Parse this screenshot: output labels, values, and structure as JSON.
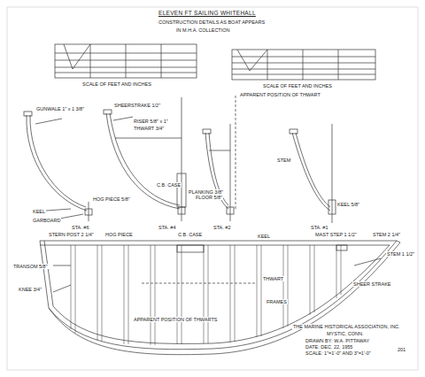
{
  "diagram": {
    "title": "ELEVEN FT SAILING WHITEHALL",
    "labels": [
      "CONSTRUCTION DETAILS AS BOAT APPEARS",
      "IN M.H.A. COLLECTION",
      "SCALE OF FEET AND INCHES",
      "SCALE OF FEET AND INCHES",
      "GUNWALE 1\" x 1 3/8\"",
      "KEEL",
      "GARBOARD",
      "HOG PIECE 5/8\"",
      "STA. #6",
      "SHEERSTRAKE 1/2\"",
      "RISER 5/8\" x 1\"",
      "THWART 3/4\"",
      "C.B. CASE",
      "PLANKING 3/8\"",
      "STA. #4",
      "APPARENT POSITION OF THWART",
      "FLOOR 5/8\"",
      "STA. #2",
      "STEM",
      "KEEL 5/8\"",
      "STA. #1",
      "STERN POST 2 1/4\"",
      "HOG PIECE",
      "C.B. CASE",
      "KEEL",
      "MAST STEP 1 1/2\"",
      "STEM 2 1/4\"",
      "TRANSOM 5/8\"",
      "KNEE 3/4\"",
      "THWART",
      "APPARENT POSITION OF THWARTS",
      "FRAMES",
      "SHEER STRAKE",
      "STEM 1 1/2\"",
      "THE MARINE HISTORICAL ASSOCIATION, INC.",
      "MYSTIC, CONN.",
      "DRAWN BY: W.A. PITTAWAY",
      "DATE: DEC. 22, 1955",
      "SCALE: 1\"=1'-0\" AND 3\"=1'-0\"",
      "201"
    ]
  }
}
